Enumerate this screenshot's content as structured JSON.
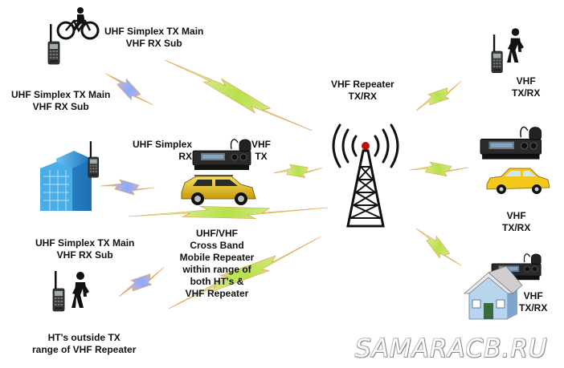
{
  "labels": {
    "top_ht_line1": "UHF Simplex TX Main",
    "top_ht_line2": "VHF RX Sub",
    "building_line1": "UHF Simplex TX Main",
    "building_line2": "VHF RX Sub",
    "mobile_uhf_line1": "UHF Simplex",
    "mobile_uhf_line2": "RX",
    "mobile_vhf_line1": "VHF",
    "mobile_vhf_line2": "TX",
    "repeater_line1": "VHF Repeater",
    "repeater_line2": "TX/RX",
    "walker_right_line1": "VHF",
    "walker_right_line2": "TX/RX",
    "car_right_line1": "VHF",
    "car_right_line2": "TX/RX",
    "house_right_line1": "VHF",
    "house_right_line2": "TX/RX",
    "crossband_line1": "UHF/VHF",
    "crossband_line2": "Cross Band",
    "crossband_line3": "Mobile Repeater",
    "crossband_line4": "within range of",
    "crossband_line5": "both HT's &",
    "crossband_line6": "VHF Repeater",
    "bottom_ht_line1": "UHF Simplex TX Main",
    "bottom_ht_line2": "VHF RX Sub",
    "outside_line1": "HT's outside TX",
    "outside_line2": "range of VHF Repeater"
  },
  "watermark": "SAMARACB.RU",
  "colors": {
    "vhf_bolt": "#b8e04a",
    "uhf_bolt": "#8ea8ff",
    "bolt_outline": "#e8a24a",
    "car_body": "#e8c01a",
    "taxi_body": "#f2c81c",
    "building": "#3aa0dc",
    "house_wall": "#a8c8e8",
    "tower": "#222222"
  },
  "icons": [
    "bicycle-icon",
    "handheld-radio-icon",
    "office-building-icon",
    "mobile-radio-icon",
    "suv-icon",
    "repeater-tower-icon",
    "walking-person-icon",
    "taxi-car-icon",
    "house-icon"
  ]
}
